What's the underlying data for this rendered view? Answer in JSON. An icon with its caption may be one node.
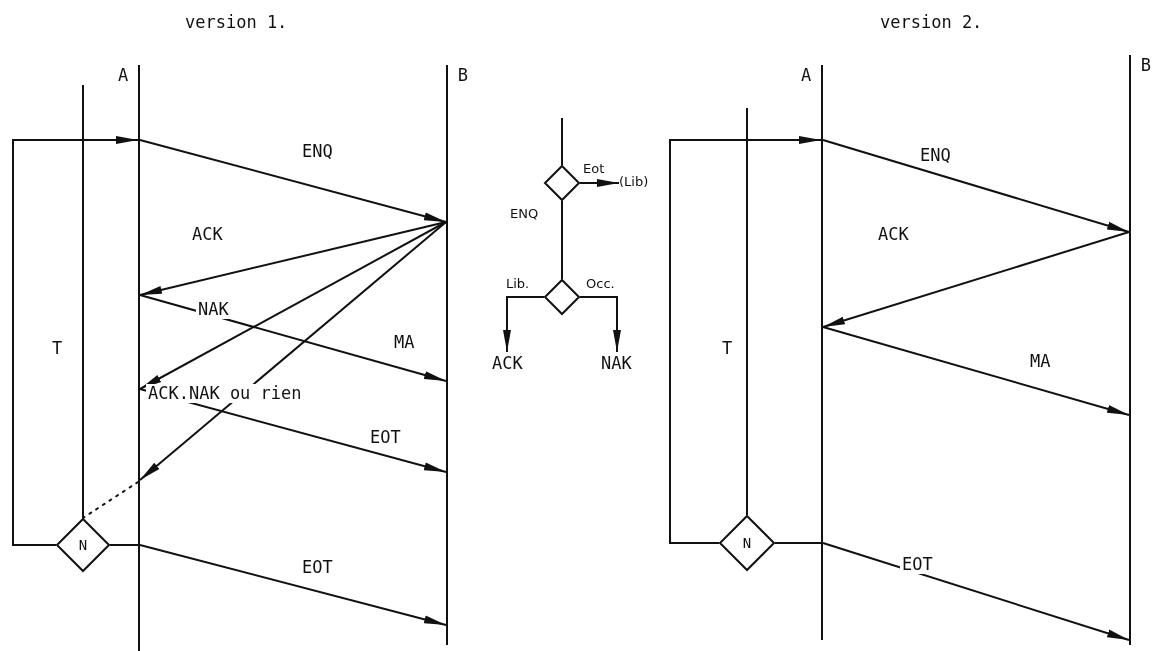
{
  "diagram": {
    "nodes": [
      {
        "text": [
          "A"
        ]
      },
      {
        "text": [
          "B"
        ]
      },
      {
        "text": [],
        "shape": "diamond"
      },
      {
        "text": [
          "(Lib)"
        ]
      },
      {
        "text": [],
        "shape": "diamond"
      },
      {
        "text": [
          "ACK"
        ]
      },
      {
        "text": [
          "NAK"
        ]
      },
      {
        "text": [
          "A"
        ]
      },
      {
        "text": [
          "B"
        ]
      },
      {
        "text": [
          "N"
        ]
      },
      {
        "text": [
          "N"
        ]
      }
    ],
    "edges": [
      {
        "from": 9,
        "to": 0,
        "arrow": "to"
      },
      {
        "from": 0,
        "to": 1,
        "label": "ENQ",
        "arrow": "to"
      },
      {
        "from": 1,
        "to": 0,
        "label": "ACK",
        "arrow": "to"
      },
      {
        "from": 1,
        "to": 0,
        "label": "NAK",
        "arrow": "to"
      },
      {
        "from": 0,
        "to": 1,
        "label": "MA",
        "arrow": "to"
      },
      {
        "from": 1,
        "to": 0,
        "label": "ACK.NAK ou rien",
        "arrow": "to"
      },
      {
        "from": 0,
        "to": 1,
        "label": "EOT",
        "arrow": "to"
      },
      {
        "from": 0,
        "to": 9,
        "arrow": "none",
        "style": "dashed"
      },
      {
        "from": null,
        "to": 9,
        "arrow": "none"
      },
      {
        "from": 9,
        "to": 0,
        "arrow": "none"
      },
      {
        "from": 0,
        "to": 1,
        "label": "EOT",
        "arrow": "to"
      },
      {
        "from": null,
        "to": 2,
        "arrow": "none"
      },
      {
        "from": 2,
        "to": 3,
        "label": "Eot",
        "arrow": "to"
      },
      {
        "from": 2,
        "to": 4,
        "label": "ENQ",
        "arrow": "none"
      },
      {
        "from": 4,
        "to": 5,
        "label": "Lib.",
        "arrow": "to"
      },
      {
        "from": 4,
        "to": 6,
        "label": "Occ.",
        "arrow": "to"
      },
      {
        "from": 10,
        "to": 7,
        "arrow": "to"
      },
      {
        "from": 7,
        "to": 8,
        "label": "ENQ",
        "arrow": "to"
      },
      {
        "from": 8,
        "to": 7,
        "label": "ACK",
        "arrow": "to"
      },
      {
        "from": 7,
        "to": 8,
        "label": "MA",
        "arrow": "to"
      },
      {
        "from": null,
        "to": 10,
        "arrow": "none"
      },
      {
        "from": 10,
        "to": 7,
        "arrow": "none"
      },
      {
        "from": 7,
        "to": 8,
        "label": "EOT",
        "arrow": "to"
      }
    ],
    "labels": [
      "version 1.",
      "T",
      "version 2.",
      "T"
    ]
  }
}
